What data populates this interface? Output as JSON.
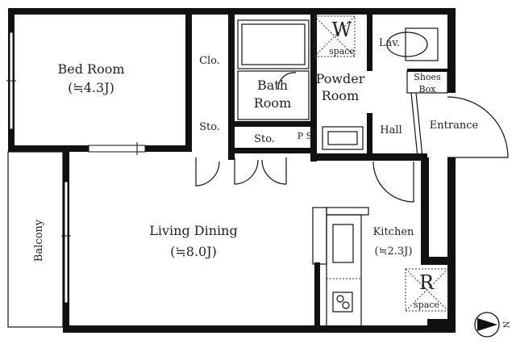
{
  "rooms": {
    "bedroom": {
      "name": "Bed Room",
      "size": "(≒4.3J)"
    },
    "closet": "Clo.",
    "storage_bedroom": "Sto.",
    "storage_middle": "Sto.",
    "pipe_space": "P S",
    "bath": {
      "line1": "Bath",
      "line2": "Room"
    },
    "powder": {
      "line1": "Powder",
      "line2": "Room"
    },
    "washer_space": {
      "letter": "W",
      "sub": "space"
    },
    "lavatory": "Lav.",
    "shoes_box": {
      "line1": "Shoes",
      "line2": "Box"
    },
    "hall": "Hall",
    "entrance": "Entrance",
    "balcony": "Balcony",
    "living": {
      "name": "Living Dining",
      "size": "(≒8.0J)"
    },
    "kitchen": {
      "name": "Kitchen",
      "size": "(≒2.3J)"
    },
    "fridge_space": {
      "letter": "R",
      "sub": "space"
    }
  },
  "compass": {
    "direction": "N"
  }
}
